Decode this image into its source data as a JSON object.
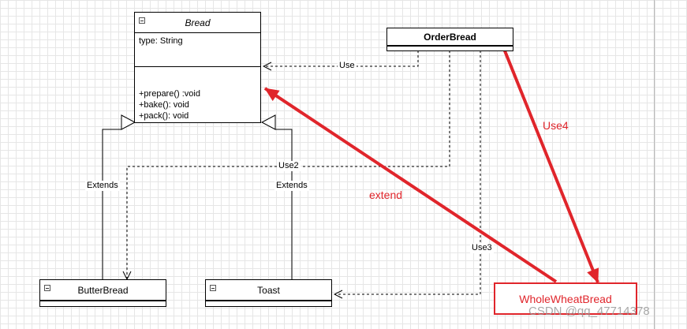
{
  "classes": {
    "bread": {
      "name": "Bread",
      "attribute": "type: String",
      "methods": [
        "+prepare() :void",
        "+bake(): void",
        "+pack(): void"
      ]
    },
    "order_bread": {
      "name": "OrderBread"
    },
    "butter_bread": {
      "name": "ButterBread"
    },
    "toast": {
      "name": "Toast"
    },
    "whole_wheat_bread": {
      "name": "WholeWheatBread"
    }
  },
  "labels": {
    "use": "Use",
    "use2": "Use2",
    "use3": "Use3",
    "use4": "Use4",
    "extends_left": "Extends",
    "extends_right": "Extends",
    "extend": "extend"
  },
  "watermark": "CSDN @qq_47714378",
  "colors": {
    "annotation_red": "#e0252b",
    "line": "#000000",
    "grid": "#e6e6e6"
  }
}
